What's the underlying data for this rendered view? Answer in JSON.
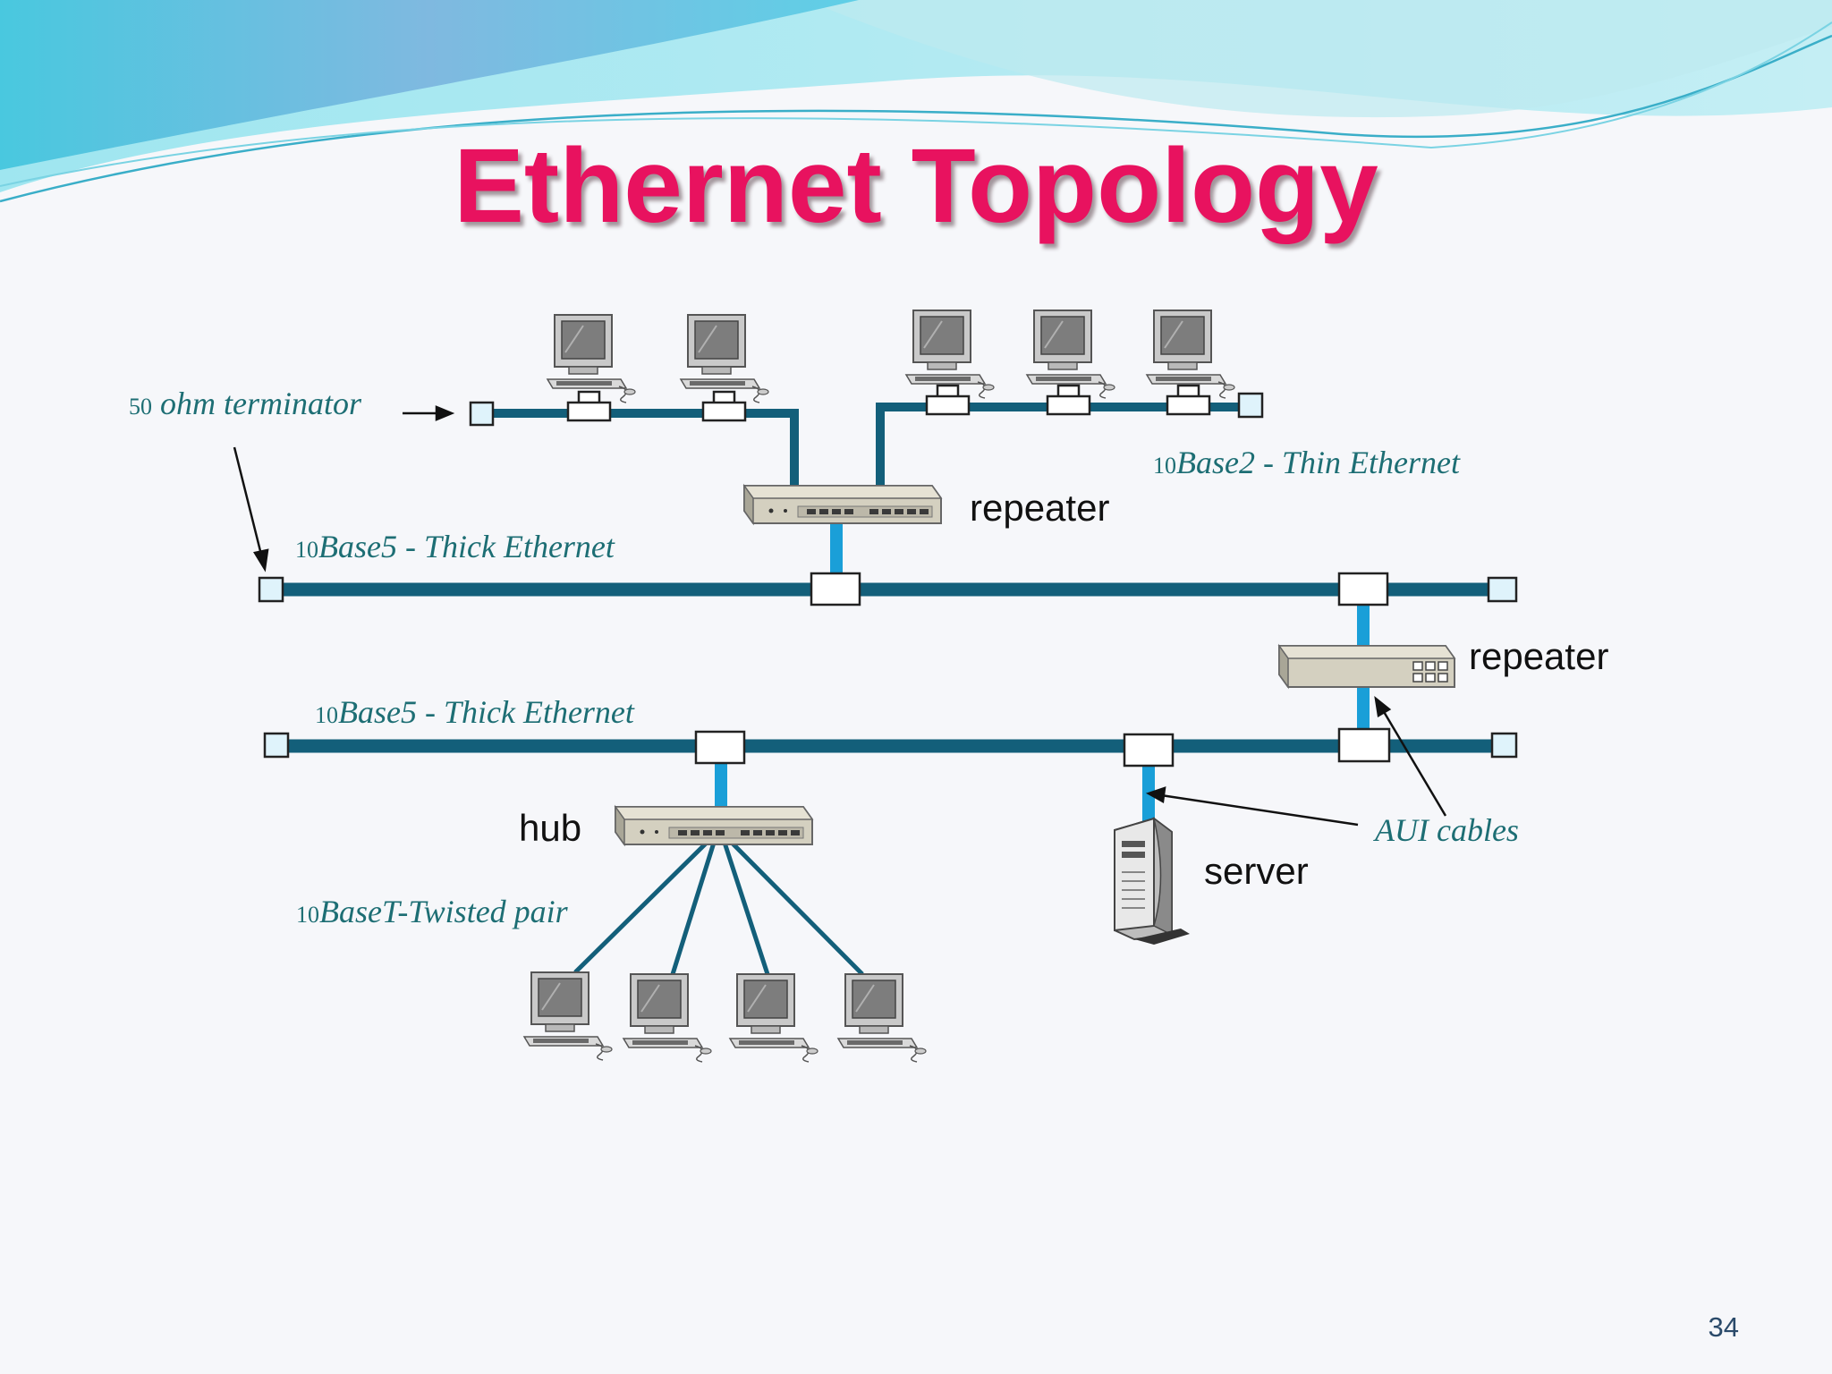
{
  "title": "Ethernet Topology",
  "labels": {
    "terminator": {
      "num": "50",
      "text": " ohm terminator"
    },
    "thin": {
      "num": "10",
      "text": "Base2 - Thin Ethernet"
    },
    "thick1": {
      "num": "10",
      "text": "Base5 - Thick Ethernet"
    },
    "thick2": {
      "num": "10",
      "text": "Base5 - Thick Ethernet"
    },
    "twisted": {
      "num": "10",
      "text": "BaseT-Twisted pair"
    },
    "aui": "AUI cables",
    "repeater1": "repeater",
    "repeater2": "repeater",
    "hub": "hub",
    "server": "server"
  },
  "page_number": "34",
  "colors": {
    "title": "#e8125f",
    "cable": "#135f7a",
    "aui_cable": "#1a9fd8",
    "italic_label": "#1d6e74",
    "terminator_fill": "#dff3fb"
  }
}
